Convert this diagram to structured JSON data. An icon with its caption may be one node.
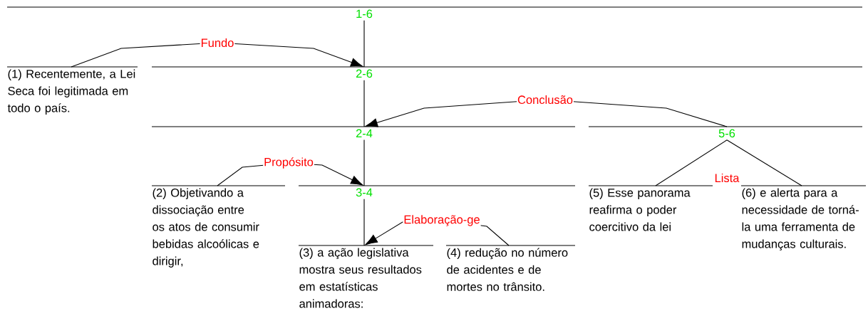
{
  "diagram": {
    "nodes": [
      {
        "text": [
          "1-6"
        ]
      },
      {
        "text": [
          "(1) Recentemente, a Lei Seca foi legitimada em todo o país."
        ]
      },
      {
        "text": [
          "2-6"
        ]
      },
      {
        "text": [
          "2-4"
        ]
      },
      {
        "text": [
          "5-6"
        ]
      },
      {
        "text": [
          "(2) Objetivando a dissociação entre os atos de consumir bebidas alcoólicas e dirigir,"
        ]
      },
      {
        "text": [
          "3-4"
        ]
      },
      {
        "text": [
          "(3) a ação legislativa mostra seus resultados em estatísticas animadoras:"
        ]
      },
      {
        "text": [
          "(4) redução no número de acidentes e de mortes no trânsito."
        ]
      },
      {
        "text": [
          "(5) Esse panorama reafirma o poder coercitivo da lei"
        ]
      },
      {
        "text": [
          "(6) e alerta para a necessidade de torná-la uma ferramenta de mudanças culturais."
        ]
      }
    ],
    "edges": [
      {
        "from": 0,
        "to": 2,
        "arrow": "none"
      },
      {
        "from": 1,
        "to": 2,
        "arrow": "to",
        "label": "Fundo"
      },
      {
        "from": 2,
        "to": 3,
        "arrow": "none"
      },
      {
        "from": 4,
        "to": 3,
        "arrow": "to",
        "label": "Conclusão"
      },
      {
        "from": 3,
        "to": 6,
        "arrow": "none"
      },
      {
        "from": 5,
        "to": 6,
        "arrow": "to",
        "label": "Propósito"
      },
      {
        "from": 6,
        "to": 7,
        "arrow": "none"
      },
      {
        "from": 8,
        "to": 7,
        "arrow": "to",
        "label": "Elaboração-ge"
      },
      {
        "from": 4,
        "to": 9,
        "arrow": "none"
      },
      {
        "from": 4,
        "to": 10,
        "arrow": "none"
      }
    ],
    "labels": [
      "Lista"
    ]
  }
}
